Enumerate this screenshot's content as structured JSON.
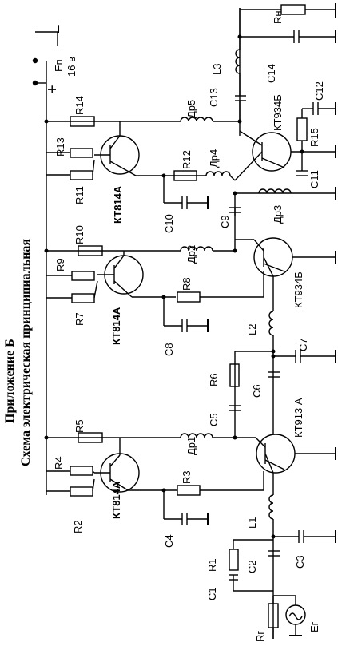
{
  "appendix_title": "Приложение Б",
  "schematic_title": "Схема электрическая принципиальная",
  "supply": {
    "label": "Еп",
    "voltage": "16 в",
    "plus": "+",
    "minus": "−"
  },
  "components": {
    "Q1": "КТ814А",
    "Q2": "КТ913 А",
    "Q3": "КТ814А",
    "Q4": "КТ934Б",
    "Q5": "КТ814А",
    "Q6": "КТ934Б",
    "R1": "R1",
    "R2": "R2",
    "R3": "R3",
    "R4": "R4",
    "R5": "R5",
    "R6": "R6",
    "R7": "R7",
    "R8": "R8",
    "R9": "R9",
    "R10": "R10",
    "R11": "R11",
    "R12": "R12",
    "R13": "R13",
    "R14": "R14",
    "R15": "R15",
    "Rg": "Rг",
    "Rn": "Rн",
    "Eg": "Ег",
    "C1": "C1",
    "C2": "C2",
    "C3": "C3",
    "C4": "C4",
    "C5": "C5",
    "C6": "C6",
    "C7": "C7",
    "C8": "C8",
    "C9": "C9",
    "C10": "C10",
    "C11": "C11",
    "C12": "C12",
    "C13": "C13",
    "C14": "C14",
    "L1": "L1",
    "L2": "L2",
    "L3": "L3",
    "Dr1": "Др1",
    "Dr2": "Др2",
    "Dr3": "Др3",
    "Dr4": "Др4",
    "Dr5": "Др5"
  }
}
